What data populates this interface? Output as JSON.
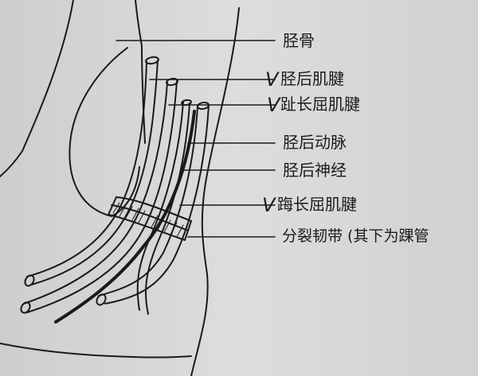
{
  "labels": {
    "tibia": "胫骨",
    "tibialis_posterior_tendon": "胫后肌腱",
    "flexor_digitorum_longus_tendon": "趾长屈肌腱",
    "posterior_tibial_artery": "胫后动脉",
    "tibial_nerve": "胫后神经",
    "flexor_hallucis_longus_tendon": "踇长屈肌腱",
    "flexor_retinaculum": "分裂韧带 (其下为踝管"
  },
  "check_marks": {
    "tibialis_posterior_tendon": "V",
    "flexor_digitorum_longus_tendon": "V",
    "flexor_hallucis_longus_tendon": "V"
  }
}
